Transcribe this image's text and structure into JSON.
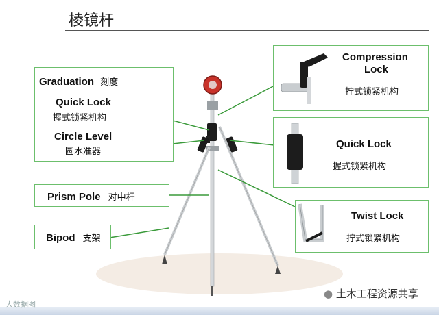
{
  "page": {
    "title": "棱镜杆"
  },
  "callouts": {
    "graduation": {
      "en": "Graduation",
      "cn": "刻度"
    },
    "quick_lock_left": {
      "en": "Quick Lock",
      "cn": "握式锁紧机构"
    },
    "circle_level": {
      "en": "Circle Level",
      "cn": "圆水准器"
    },
    "prism_pole": {
      "en": "Prism Pole",
      "cn": "对中杆"
    },
    "bipod": {
      "en": "Bipod",
      "cn": "支架"
    },
    "compression_lock": {
      "en_line1": "Compression",
      "en_line2": "Lock",
      "cn": "拧式锁紧机构"
    },
    "quick_lock_right": {
      "en": "Quick Lock",
      "cn": "握式锁紧机构"
    },
    "twist_lock": {
      "en": "Twist Lock",
      "cn": "拧式锁紧机构"
    }
  },
  "watermarks": {
    "left": "大数据图",
    "right": "土木工程资源共享"
  },
  "colors": {
    "callout_border": "#6cbf6c",
    "leader_line": "#3a9a3a",
    "prism_red": "#c8322a"
  }
}
